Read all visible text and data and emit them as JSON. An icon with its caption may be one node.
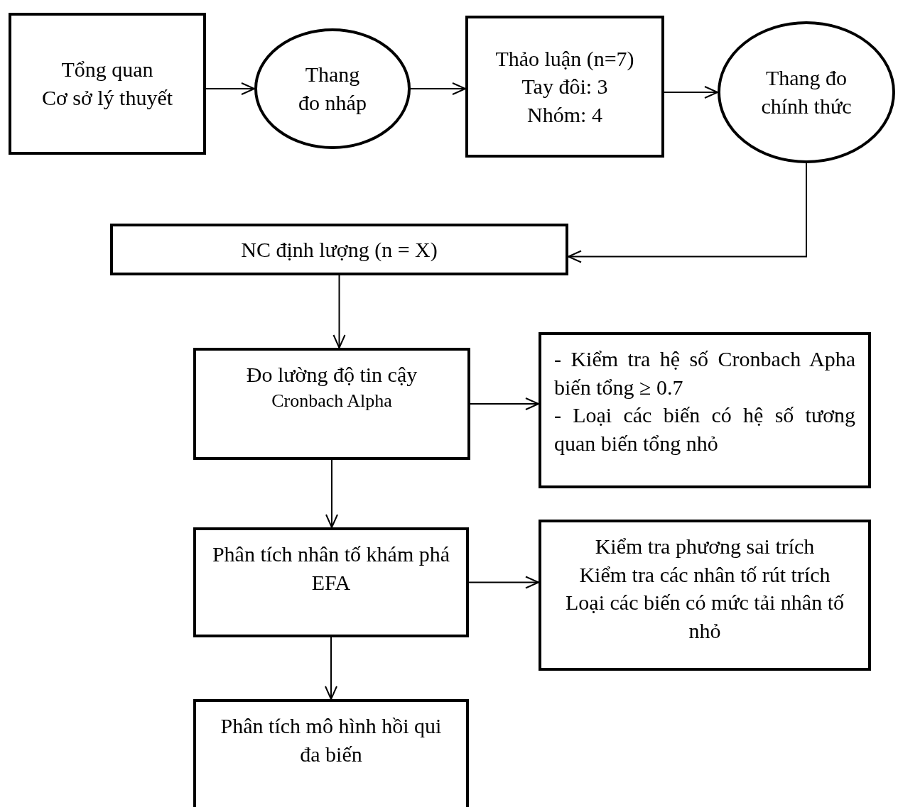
{
  "diagram": {
    "nodes": [
      {
        "text": [
          "Tổng quan",
          "Cơ sở lý thuyết"
        ]
      },
      {
        "text": [
          "Thang đo nháp"
        ]
      },
      {
        "text": [
          "Thảo luận (n=7)",
          "Tay đôi: 3",
          "Nhóm: 4"
        ]
      },
      {
        "text": [
          "Thang đo chính thức"
        ]
      },
      {
        "text": [
          "NC định lượng (n = X)"
        ]
      },
      {
        "text": [
          "Đo lường độ tin cậy",
          "Cronbach Alpha"
        ]
      },
      {
        "text": [
          "- Kiểm tra hệ số Cronbach Apha biến tổng ≥ 0.7",
          "- Loại các biến có hệ số tương quan biến tổng nhỏ"
        ]
      },
      {
        "text": [
          "Phân tích nhân tố khám phá EFA"
        ]
      },
      {
        "text": [
          "Kiểm tra phương sai trích",
          "Kiểm tra các nhân tố rút trích",
          "Loại các biến có mức tải nhân tố nhỏ"
        ]
      },
      {
        "text": [
          "Phân tích mô hình hồi qui đa biến"
        ]
      }
    ],
    "edges": [
      {
        "from": 0,
        "to": 1,
        "arrow": "to"
      },
      {
        "from": 1,
        "to": 2,
        "arrow": "to"
      },
      {
        "from": 2,
        "to": 3,
        "arrow": "to"
      },
      {
        "from": 3,
        "to": 4,
        "arrow": "to"
      },
      {
        "from": 4,
        "to": 5,
        "arrow": "to"
      },
      {
        "from": 5,
        "to": 6,
        "arrow": "to"
      },
      {
        "from": 5,
        "to": 7,
        "arrow": "to"
      },
      {
        "from": 7,
        "to": 8,
        "arrow": "to"
      },
      {
        "from": 7,
        "to": 9,
        "arrow": "to"
      }
    ]
  }
}
